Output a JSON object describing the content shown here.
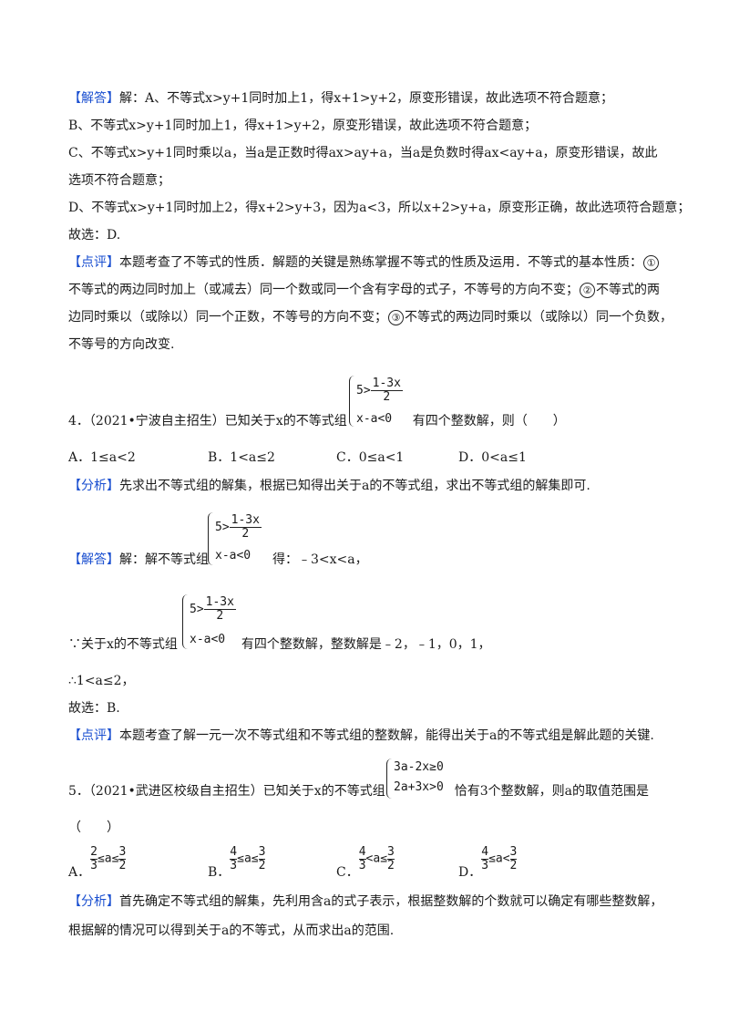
{
  "tags": {
    "answer": "【解答】",
    "comment": "【点评】",
    "analysis": "【分析】"
  },
  "sec3": {
    "l1": "解：A、不等式x>y+1同时加上1，得x+1>y+2，原变形错误，故此选项不符合题意；",
    "l2": "B、不等式x>y+1同时加上1，得x+1>y+2，原变形错误，故此选项不符合题意；",
    "l3": "C、不等式x>y+1同时乘以a，当a是正数时得ax>ay+a，当a是负数时得ax<ay+a，原变形错误，故此",
    "l4": "选项不符合题意；",
    "l5": "D、不等式x>y+1同时加上2，得x+2>y+3，因为a<3，所以x+2>y+a，原变形正确，故此选项符合题意；",
    "l6": "故选：D.",
    "c1": "本题考查了不等式的性质．解题的关键是熟练掌握不等式的性质及运用．不等式的基本性质：",
    "c2a": "不等式的两边同时加上（或减去）同一个数或同一个含有字母的式子，不等号的方向不变；",
    "c2b": "不等式的两",
    "c3a": "边同时乘以（或除以）同一个正数，不等号的方向不变；",
    "c3b": "不等式的两边同时乘以（或除以）同一个负数，",
    "c4": "不等号的方向改变.",
    "n1": "①",
    "n2": "②",
    "n3": "③"
  },
  "q4": {
    "stem": "4．（2021•宁波自主招生）已知关于x的不等式组",
    "stem_tail": "有四个整数解，则（　　）",
    "optA": "A．1≤a<2",
    "optB": "B．1<a≤2",
    "optC": "C．0≤a<1",
    "optD": "D．0<a≤1",
    "analysis": "先求出不等式组的解集，根据已知得出关于a的不等式组，求出不等式组的解集即可.",
    "ans_pre": "解：解不等式组",
    "ans_post": "得：﹣3<x<a，",
    "since_pre": "∵关于x的不等式组",
    "since_post": "有四个整数解，整数解是﹣2，﹣1，0，1，",
    "therefore": "∴1<a≤2，",
    "choose": "故选：B.",
    "comment": "本题考查了解一元一次不等式组和不等式组的整数解，能得出关于a的不等式组是解此题的关键.",
    "sys_r1_left": "5>",
    "sys_num": "1-3x",
    "sys_den": "2",
    "sys_r2": "x-a<0"
  },
  "q5": {
    "stem": "5．（2021•武进区校级自主招生）已知关于x的不等式组",
    "stem_tail": "恰有3个整数解，则a的取值范围是",
    "paren": "（　　）",
    "sys_r1": "3a-2x≥0",
    "sys_r2": "2a+3x>0",
    "optA_label": "A．",
    "optB_label": "B．",
    "optC_label": "C．",
    "optD_label": "D．",
    "optA": {
      "ln": "2",
      "ld": "3",
      "r1": "≤a≤",
      "rn": "3",
      "rd": "2"
    },
    "optB": {
      "ln": "4",
      "ld": "3",
      "r1": "≤a≤",
      "rn": "3",
      "rd": "2"
    },
    "optC": {
      "ln": "4",
      "ld": "3",
      "r1": "<a≤",
      "rn": "3",
      "rd": "2"
    },
    "optD": {
      "ln": "4",
      "ld": "3",
      "r1": "≤a<",
      "rn": "3",
      "rd": "2"
    },
    "analysis1": "首先确定不等式组的解集，先利用含a的式子表示，根据整数解的个数就可以确定有哪些整数解，",
    "analysis2": "根据解的情况可以得到关于a的不等式，从而求出a的范围."
  }
}
